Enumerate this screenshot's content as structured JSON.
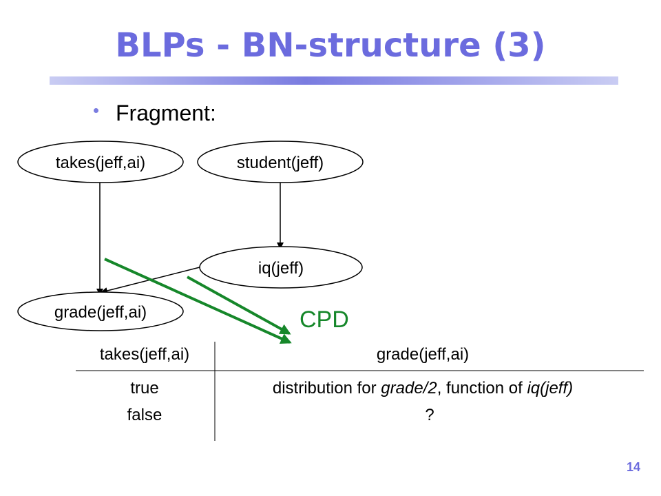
{
  "slide": {
    "title": "BLPs - BN-structure (3)",
    "bullet": "Fragment:",
    "page_number": "14"
  },
  "nodes": {
    "takes": "takes(jeff,ai)",
    "student": "student(jeff)",
    "iq": "iq(jeff)",
    "grade": "grade(jeff,ai)"
  },
  "cpd_label": "CPD",
  "cpd_table": {
    "headers": [
      "takes(jeff,ai)",
      "grade(jeff,ai)"
    ],
    "rows": [
      {
        "condition": "true",
        "value_parts": [
          "distribution for ",
          "grade/2",
          ", function of ",
          "iq(jeff)"
        ]
      },
      {
        "condition": "false",
        "value": "?"
      }
    ]
  },
  "colors": {
    "title": "#6B6BDE",
    "arrow_green": "#16872A",
    "black": "#000000"
  }
}
